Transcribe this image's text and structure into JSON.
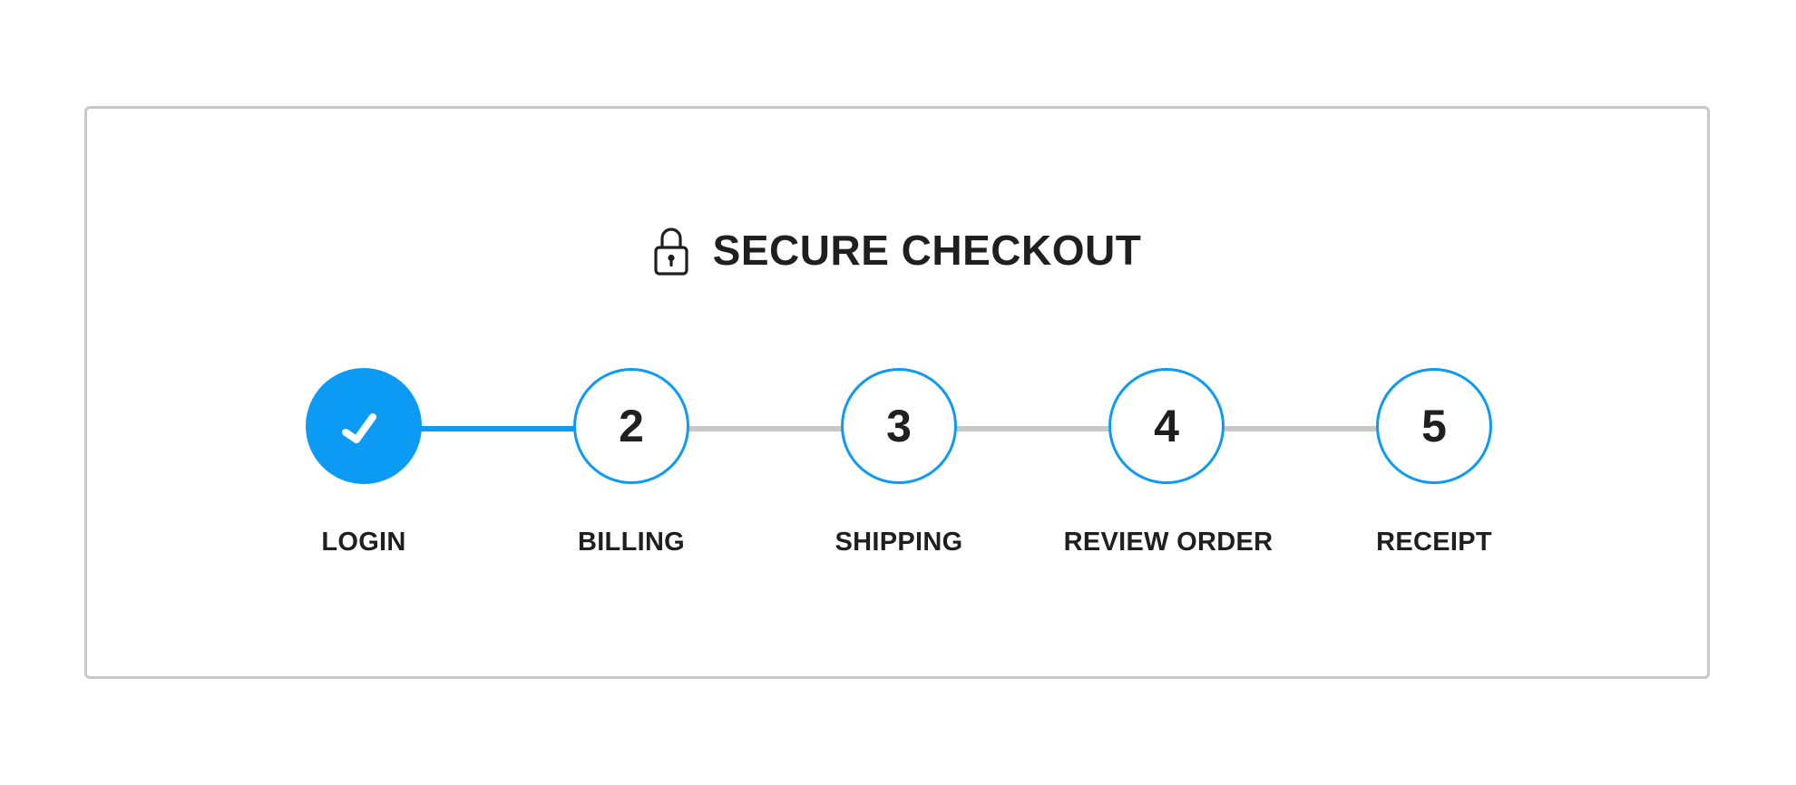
{
  "checkout": {
    "title": "SECURE CHECKOUT",
    "header_icon": "lock-icon",
    "accent_color": "#0b9bf5",
    "inactive_track_color": "#c8c8c8",
    "current_step": 2,
    "steps": [
      {
        "label": "LOGIN",
        "number": "1",
        "state": "completed",
        "icon": "check-icon"
      },
      {
        "label": "BILLING",
        "number": "2",
        "state": "current"
      },
      {
        "label": "SHIPPING",
        "number": "3",
        "state": "upcoming"
      },
      {
        "label": "REVIEW ORDER",
        "number": "4",
        "state": "upcoming"
      },
      {
        "label": "RECEIPT",
        "number": "5",
        "state": "upcoming"
      }
    ]
  }
}
